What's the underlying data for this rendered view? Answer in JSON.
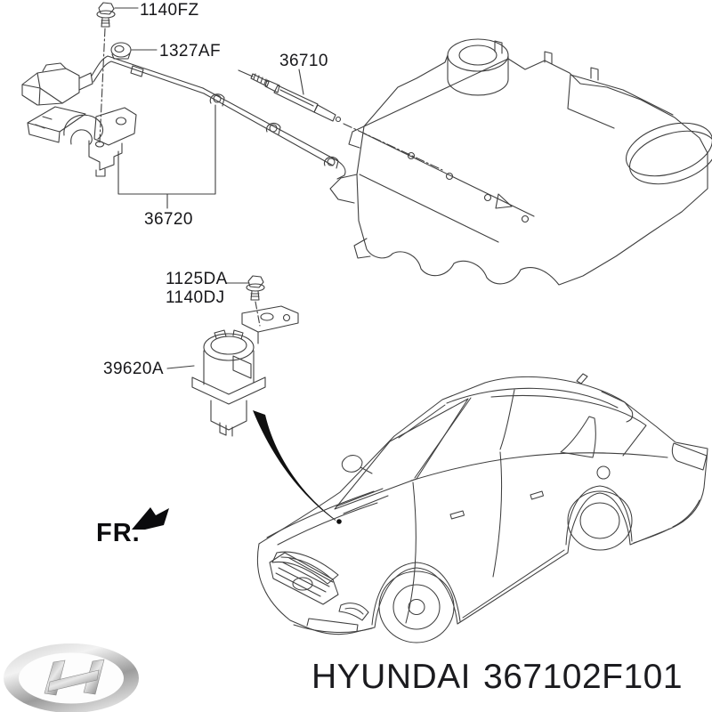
{
  "colors": {
    "background": "#ffffff",
    "sketch_line": "#3f3f3f",
    "label_text": "#17171a",
    "solid_black": "#101010",
    "logo_silver": "#b9b9b9"
  },
  "callouts": {
    "bolt_1140fz": {
      "code": "1140FZ"
    },
    "nut_1327af": {
      "code": "1327AF"
    },
    "glow_plug_36710": {
      "code": "36710"
    },
    "bracket_36720": {
      "code": "36720"
    },
    "bolt_1125da": {
      "code": "1125DA"
    },
    "bolt_1140dj": {
      "code": "1140DJ"
    },
    "relay_39620a": {
      "code": "39620A"
    }
  },
  "direction_indicator": {
    "label": "FR."
  },
  "footer": {
    "make": "HYUNDAI",
    "part_number": "367102F101"
  },
  "icons": {
    "brand_logo": "hyundai-logo",
    "front_direction": "fr-direction-arrow",
    "location_pointer": "pointer-wedge"
  }
}
